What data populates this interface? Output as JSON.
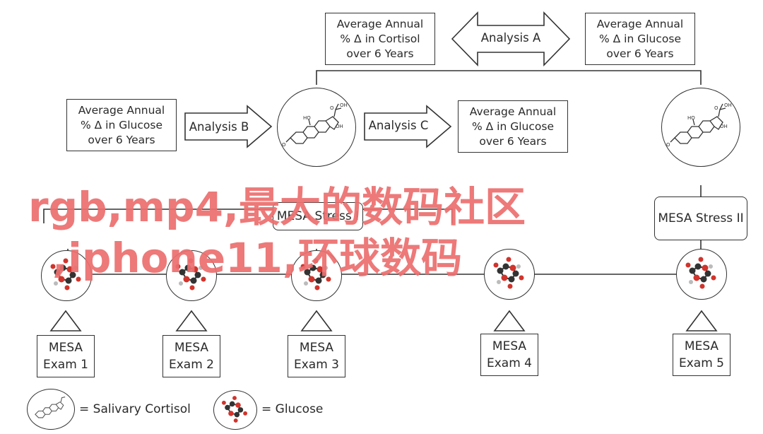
{
  "top_left_box": [
    "Average Annual",
    "% Δ in Cortisol",
    "over 6 Years"
  ],
  "top_right_box": [
    "Average Annual",
    "% Δ in Glucose",
    "over 6 Years"
  ],
  "analysis_a": "Analysis A",
  "left_box": [
    "Average Annual",
    "% Δ in Glucose",
    "over 6 Years"
  ],
  "analysis_b": "Analysis B",
  "analysis_c": "Analysis C",
  "middle_right_box": [
    "Average Annual",
    "% Δ in Glucose",
    "over 6 Years"
  ],
  "stress_1": "MESA Stress I",
  "stress_2": "MESA Stress II",
  "exams": [
    {
      "line1": "MESA",
      "line2": "Exam 1"
    },
    {
      "line1": "MESA",
      "line2": "Exam 2"
    },
    {
      "line1": "MESA",
      "line2": "Exam 3"
    },
    {
      "line1": "MESA",
      "line2": "Exam 4"
    },
    {
      "line1": "MESA",
      "line2": "Exam 5"
    }
  ],
  "legend": {
    "cortisol": "= Salivary Cortisol",
    "glucose": "= Glucose"
  },
  "watermark": {
    "line1": "rgb,mp4,最大的数码社区",
    "line2": ",iphone11,环球数码"
  },
  "colors": {
    "line": "#333333",
    "watermark": "#ec6f6f",
    "glucose_dark": "#333333",
    "glucose_red": "#d0342c"
  }
}
